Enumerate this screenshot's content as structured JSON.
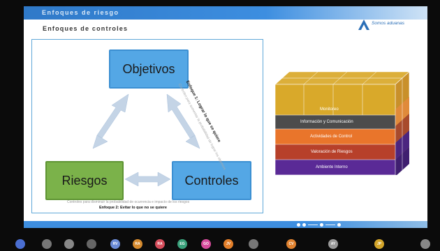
{
  "slide": {
    "header": "Enfoques de riesgo",
    "subtitle": "Enfoques de controles",
    "logo_text": "Somos aduanas"
  },
  "diagram": {
    "objetivos": "Objetivos",
    "riesgos": "Riesgos",
    "controles": "Controles",
    "enfoque1": "Enfoque 1: Lograr lo que se quiere",
    "enfoque1_sub": "Controles para aumentar la probabilidad de lograr los objetivos",
    "enfoque2_sub": "Controles para disminuir la probabilidad de ocurrencia e impacto de los riesgos",
    "enfoque2": "Enfoque 2: Evitar lo que no se quiere"
  },
  "cube": {
    "layers": [
      {
        "label": "Monitoreo",
        "color": "#d9a92a"
      },
      {
        "label": "Información y Comunicación",
        "color": "#4c4c4c"
      },
      {
        "label": "Actividades de Control",
        "color": "#e9752b"
      },
      {
        "label": "Valoración de Riesgos",
        "color": "#b7402a"
      },
      {
        "label": "Ambiente Interno",
        "color": "#5a2a96"
      }
    ]
  },
  "participants": [
    {
      "initials": "",
      "color": "#4a6ed1"
    },
    {
      "initials": "",
      "color": "#777"
    },
    {
      "initials": "",
      "color": "#888"
    },
    {
      "initials": "",
      "color": "#666"
    },
    {
      "initials": "RV",
      "color": "#6b8bd6"
    },
    {
      "initials": "RA",
      "color": "#d68b2f"
    },
    {
      "initials": "RA",
      "color": "#d54d5b"
    },
    {
      "initials": "EG",
      "color": "#3aa17b"
    },
    {
      "initials": "GO",
      "color": "#d64b9c"
    },
    {
      "initials": "JV",
      "color": "#e37f2a"
    },
    {
      "initials": "",
      "color": "#777"
    },
    {
      "initials": "CV",
      "color": "#e0822f"
    },
    {
      "initials": "AY",
      "color": "#9a9a9a"
    },
    {
      "initials": "JP",
      "color": "#d3a52a"
    },
    {
      "initials": "",
      "color": "#888"
    }
  ]
}
